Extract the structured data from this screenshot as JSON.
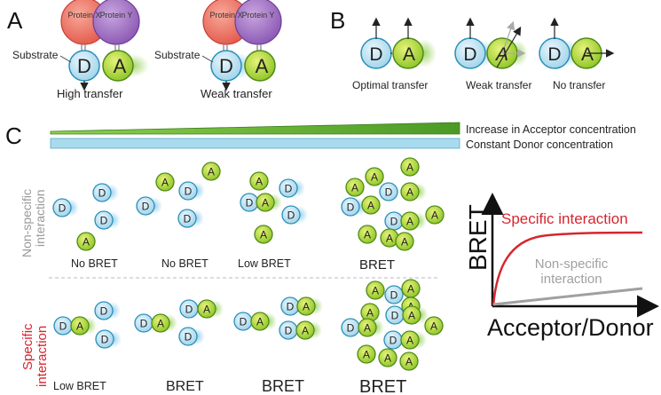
{
  "panel_a": {
    "letter": "A",
    "protein_x": "Protein X",
    "protein_y": "Protein Y",
    "substrate": "Substrate",
    "donor": "D",
    "acceptor": "A",
    "high_label": "High transfer",
    "weak_label": "Weak transfer"
  },
  "panel_b": {
    "letter": "B",
    "donor": "D",
    "acceptor": "A",
    "labels": [
      "Optimal transfer",
      "Weak transfer",
      "No transfer"
    ]
  },
  "panel_c": {
    "letter": "C",
    "acceptor_bar_label": "Increase in Acceptor concentration",
    "donor_bar_label": "Constant Donor concentration",
    "row_nonspecific": "Non-specific interaction",
    "row_nonspecific_lines": [
      "Non-specific",
      "interaction"
    ],
    "row_specific_lines": [
      "Specific",
      "interaction"
    ],
    "nonspecific_labels": [
      "No BRET",
      "No BRET",
      "Low BRET",
      "BRET"
    ],
    "specific_labels": [
      "Low BRET",
      "BRET",
      "BRET",
      "BRET"
    ],
    "donor": "D",
    "acceptor": "A"
  },
  "graph": {
    "ylabel": "BRET",
    "xlabel": "Acceptor/Donor",
    "specific_label": "Specific interaction",
    "nonspecific_label_lines": [
      "Non-specific",
      "interaction"
    ]
  },
  "colors": {
    "donor": "#a9dbee",
    "acceptor": "#b5d832",
    "specific": "#d6262e",
    "nonspecific": "#a0a0a0",
    "green_bar": "#5aa12c",
    "blue_bar": "#a9dbee"
  }
}
